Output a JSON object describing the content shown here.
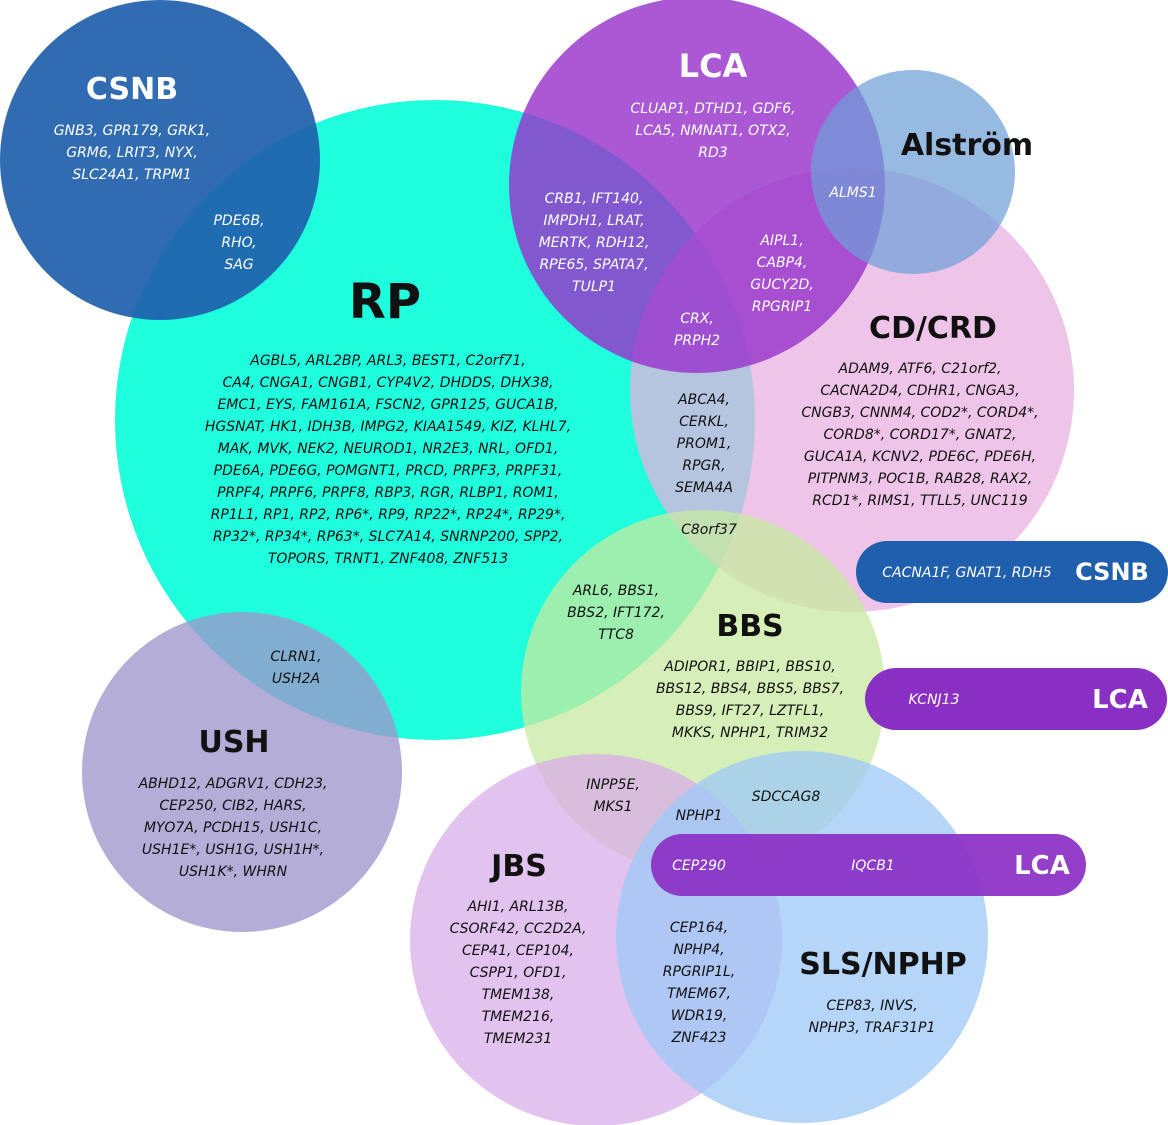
{
  "colors": {
    "rp": "#00ffd9",
    "csnb": "#1f5fad",
    "lca": "#9933cc",
    "alstrom": "#6fa0d8",
    "cdcrd": "#e8b2e0",
    "bbs": "#c8eaa0",
    "ush": "#9d96cc",
    "jbs": "#d8aee8",
    "slsnphp": "#9cc8f7",
    "pill_csnb": "#1f5fad",
    "pill_lca": "#8a2fc4"
  },
  "circles": {
    "csnb": {
      "title": "CSNB",
      "genes": [
        "GNB3, GPR179, GRK1,",
        "GRM6, LRIT3, NYX,",
        "SLC24A1, TRPM1"
      ]
    },
    "rp": {
      "title": "RP",
      "genes": [
        "AGBL5, ARL2BP, ARL3, BEST1, C2orf71,",
        "CA4, CNGA1, CNGB1, CYP4V2, DHDDS, DHX38,",
        "EMC1, EYS, FAM161A, FSCN2, GPR125, GUCA1B,",
        "HGSNAT, HK1, IDH3B, IMPG2, KIAA1549, KIZ, KLHL7,",
        "MAK, MVK, NEK2, NEUROD1, NR2E3, NRL, OFD1,",
        "PDE6A, PDE6G, POMGNT1, PRCD, PRPF3, PRPF31,",
        "PRPF4, PRPF6, PRPF8, RBP3, RGR, RLBP1, ROM1,",
        "RP1L1, RP1, RP2, RP6*, RP9, RP22*, RP24*, RP29*,",
        "RP32*, RP34*, RP63*, SLC7A14, SNRNP200, SPP2,",
        "TOPORS, TRNT1, ZNF408, ZNF513"
      ]
    },
    "lca": {
      "title": "LCA",
      "genes": [
        "CLUAP1, DTHD1, GDF6,",
        "LCA5, NMNAT1, OTX2,",
        "RD3"
      ]
    },
    "alstrom": {
      "title": "Alström"
    },
    "cdcrd": {
      "title": "CD/CRD",
      "genes": [
        "ADAM9, ATF6, C21orf2,",
        "CACNA2D4, CDHR1, CNGA3,",
        "CNGB3, CNNM4, COD2*, CORD4*,",
        "CORD8*, CORD17*, GNAT2,",
        "GUCA1A, KCNV2, PDE6C, PDE6H,",
        "PITPNM3, POC1B, RAB28, RAX2,",
        "RCD1*, RIMS1, TTLL5, UNC119"
      ]
    },
    "bbs": {
      "title": "BBS",
      "genes": [
        "ADIPOR1, BBIP1, BBS10,",
        "BBS12, BBS4, BBS5, BBS7,",
        "BBS9, IFT27, LZTFL1,",
        "MKKS, NPHP1, TRIM32"
      ]
    },
    "ush": {
      "title": "USH",
      "genes": [
        "ABHD12, ADGRV1, CDH23,",
        "CEP250, CIB2, HARS,",
        "MYO7A, PCDH15, USH1C,",
        "USH1E*, USH1G, USH1H*,",
        "USH1K*, WHRN"
      ]
    },
    "jbs": {
      "title": "JBS",
      "genes": [
        "AHI1, ARL13B,",
        "CSORF42, CC2D2A,",
        "CEP41, CEP104,",
        "CSPP1, OFD1,",
        "TMEM138,",
        "TMEM216,",
        "TMEM231"
      ]
    },
    "slsnphp": {
      "title": "SLS/NPHP",
      "genes": [
        "CEP83, INVS,",
        "NPHP3, TRAF31P1"
      ]
    }
  },
  "overlaps": {
    "csnb_rp": [
      "PDE6B,",
      "RHO,",
      "SAG"
    ],
    "rp_lca": [
      "CRB1, IFT140,",
      "IMPDH1, LRAT,",
      "MERTK, RDH12,",
      "RPE65, SPATA7,",
      "TULP1"
    ],
    "lca_alstrom": [
      "ALMS1"
    ],
    "lca_cdcrd": [
      "AIPL1,",
      "CABP4,",
      "GUCY2D,",
      "RPGRIP1"
    ],
    "rp_lca_cdcrd": [
      "CRX,",
      "PRPH2"
    ],
    "rp_cdcrd": [
      "ABCA4,",
      "CERKL,",
      "PROM1,",
      "RPGR,",
      "SEMA4A"
    ],
    "rp_cdcrd_bbs": [
      "C8orf37"
    ],
    "rp_bbs": [
      "ARL6, BBS1,",
      "BBS2, IFT172,",
      "TTC8"
    ],
    "rp_ush": [
      "CLRN1,",
      "USH2A"
    ],
    "bbs_jbs": [
      "INPP5E,",
      "MKS1"
    ],
    "bbs_sls": [
      "SDCCAG8"
    ],
    "bbs_jbs_sls": [
      "NPHP1"
    ],
    "jbs_sls": [
      "CEP164,",
      "NPHP4,",
      "RPGRIP1L,",
      "TMEM67,",
      "WDR19,",
      "ZNF423"
    ]
  },
  "pills": {
    "csnb": {
      "genes": "CACNA1F, GNAT1, RDH5",
      "label": "CSNB"
    },
    "lca1": {
      "genes": "KCNJ13",
      "label": "LCA"
    },
    "lca2": {
      "genes_left": "CEP290",
      "genes_right": "IQCB1",
      "label": "LCA"
    }
  }
}
